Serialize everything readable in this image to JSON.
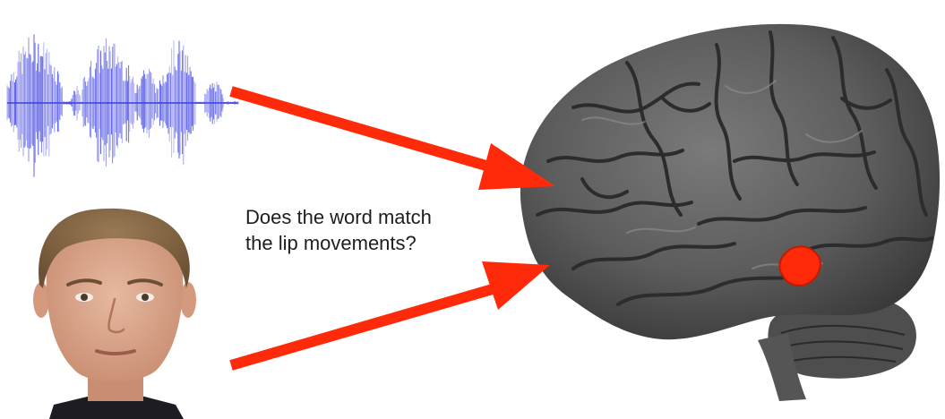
{
  "figure": {
    "question_lines": [
      "Does the word match",
      "the lip movements?"
    ]
  },
  "colors": {
    "background": "#ffffff",
    "waveform": "#3b3fe0",
    "arrow": "#ff2a0a",
    "brain": "#5a5a5a",
    "highlight": "#ff2a0a",
    "text": "#1e1e1e"
  },
  "icons": {
    "audio": "audio-waveform-icon",
    "face": "speaker-face-image",
    "brain": "brain-render-image"
  }
}
